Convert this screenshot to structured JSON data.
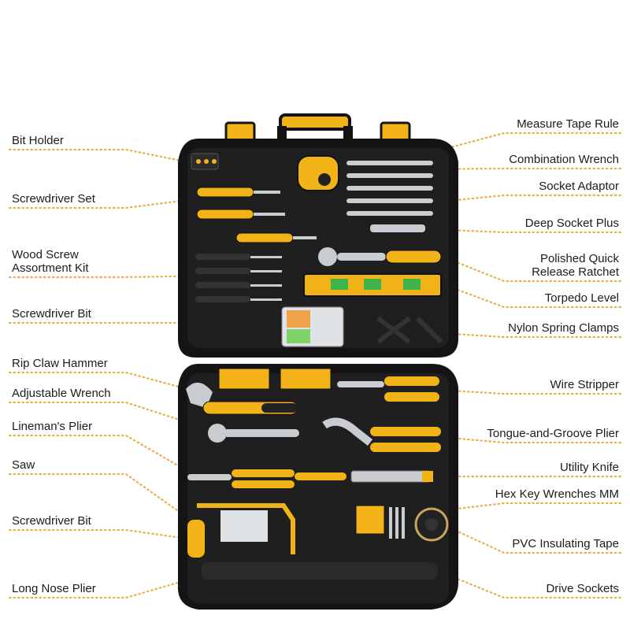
{
  "colors": {
    "case": "#141414",
    "case_panel": "#1f1f1f",
    "accent_yellow": "#f2b318",
    "leader_dots": "#e8b04a",
    "metal": "#c9ccd0",
    "text": "#1c1c1c"
  },
  "labels_left": [
    {
      "id": "bit-holder",
      "lines": [
        "Bit Holder"
      ]
    },
    {
      "id": "screwdriver-set",
      "lines": [
        "Screwdriver Set"
      ]
    },
    {
      "id": "wood-screw-assortment-kit",
      "lines": [
        "Wood Screw",
        "Assortment Kit"
      ]
    },
    {
      "id": "screwdriver-bit-upper",
      "lines": [
        "Screwdriver Bit"
      ]
    },
    {
      "id": "rip-claw-hammer",
      "lines": [
        "Rip Claw Hammer"
      ]
    },
    {
      "id": "adjustable-wrench",
      "lines": [
        "Adjustable Wrench"
      ]
    },
    {
      "id": "linemans-plier",
      "lines": [
        "Lineman's Plier"
      ]
    },
    {
      "id": "saw",
      "lines": [
        "Saw"
      ]
    },
    {
      "id": "screwdriver-bit-lower",
      "lines": [
        "Screwdriver Bit"
      ]
    },
    {
      "id": "long-nose-plier",
      "lines": [
        "Long Nose Plier"
      ]
    }
  ],
  "labels_right": [
    {
      "id": "measure-tape-rule",
      "lines": [
        "Measure Tape Rule"
      ]
    },
    {
      "id": "combination-wrench",
      "lines": [
        "Combination Wrench"
      ]
    },
    {
      "id": "socket-adaptor",
      "lines": [
        "Socket Adaptor"
      ]
    },
    {
      "id": "deep-socket-plus",
      "lines": [
        "Deep Socket Plus"
      ]
    },
    {
      "id": "polished-quick-release-ratchet",
      "lines": [
        "Polished Quick",
        "Release Ratchet"
      ]
    },
    {
      "id": "torpedo-level",
      "lines": [
        "Torpedo Level"
      ]
    },
    {
      "id": "nylon-spring-clamps",
      "lines": [
        "Nylon Spring Clamps"
      ]
    },
    {
      "id": "wire-stripper",
      "lines": [
        "Wire Stripper"
      ]
    },
    {
      "id": "tongue-and-groove-plier",
      "lines": [
        "Tongue-and-Groove Plier"
      ]
    },
    {
      "id": "utility-knife",
      "lines": [
        "Utility Knife"
      ]
    },
    {
      "id": "hex-key-wrenches-mm",
      "lines": [
        "Hex Key Wrenches MM"
      ]
    },
    {
      "id": "pvc-insulating-tape",
      "lines": [
        "PVC Insulating Tape"
      ]
    },
    {
      "id": "drive-sockets",
      "lines": [
        "Drive Sockets"
      ]
    }
  ]
}
